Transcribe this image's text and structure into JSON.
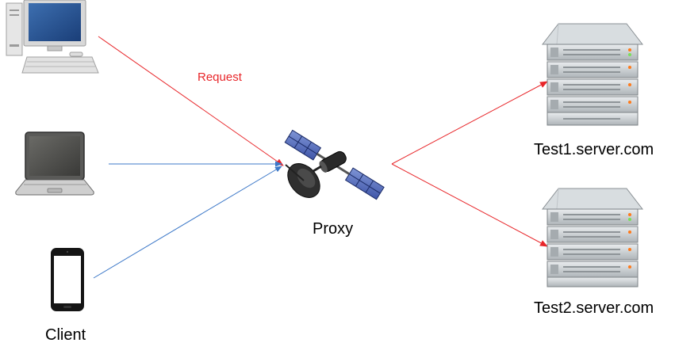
{
  "labels": {
    "request": "Request",
    "proxy": "Proxy",
    "client": "Client",
    "server1": "Test1.server.com",
    "server2": "Test2.server.com"
  },
  "icons": {
    "desktop": "desktop-computer-icon",
    "laptop": "laptop-icon",
    "phone": "smartphone-icon",
    "proxy": "satellite-icon",
    "server": "server-rack-icon"
  },
  "colors": {
    "request_arrow": "#e8262a",
    "client_line": "#3c78c8",
    "server_arrow": "#e8262a",
    "request_text": "#e8262a"
  }
}
